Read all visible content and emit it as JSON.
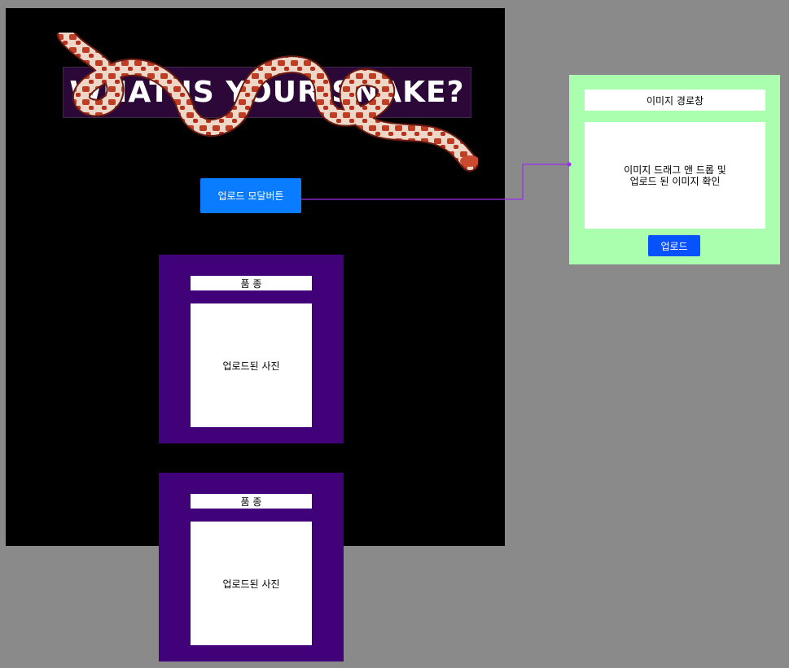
{
  "header": {
    "title": "WHAT IS YOUR SNAKE?"
  },
  "buttons": {
    "upload_modal": "업로드 모달버튼"
  },
  "cards": [
    {
      "label": "품 종",
      "photo": "업로드된 사진"
    },
    {
      "label": "품 종",
      "photo": "업로드된 사진"
    }
  ],
  "modal": {
    "path_label": "이미지 경로창",
    "drop_zone_line1": "이미지 드래그 앤 드롭 및",
    "drop_zone_line2": "업로드 된 이미지 확인",
    "upload_button": "업로드"
  },
  "colors": {
    "canvas_background": "#8a8a8a",
    "frame_background": "#000000",
    "title_banner": "#2b0838",
    "primary_button": "#0a7cff",
    "card_background": "#400179",
    "modal_background": "#a9ffae",
    "modal_button": "#0752ff",
    "connector": "#9b2cf0"
  },
  "icons": {
    "snake": "corn-snake-illustration"
  }
}
